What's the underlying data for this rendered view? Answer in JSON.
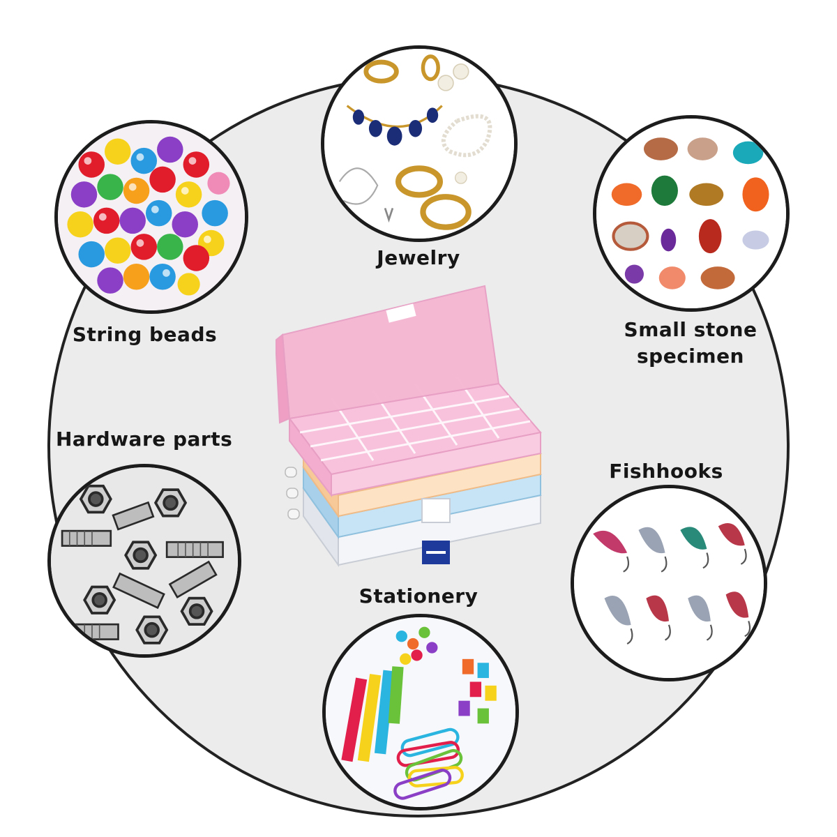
{
  "labels": {
    "string_beads": "String beads",
    "jewelry": "Jewelry",
    "small_stone_line1": "Small stone",
    "small_stone_line2": "specimen",
    "hardware_parts": "Hardware parts",
    "fishhooks": "Fishhooks",
    "stationery": "Stationery"
  },
  "colors": {
    "background_circle": "#ececec",
    "outline": "#1c1c1c",
    "box_pink": "#f6b6d2",
    "box_orange": "#fbd6b0",
    "box_blue": "#b8dcf0",
    "box_white": "#eef1f5",
    "latch_blue": "#1e3a9a"
  }
}
